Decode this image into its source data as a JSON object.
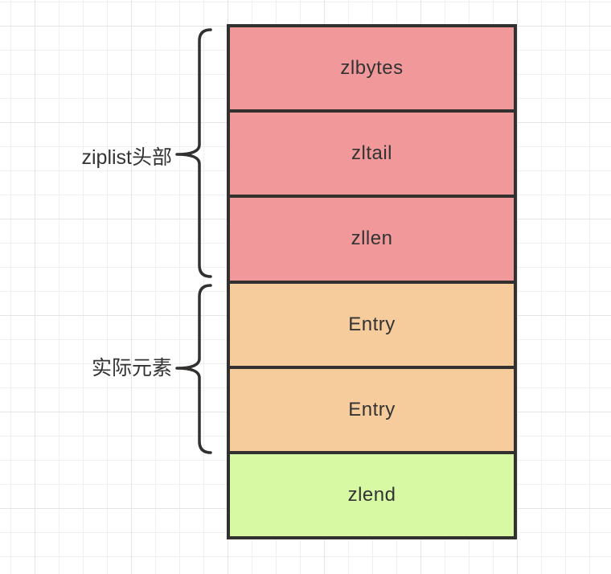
{
  "diagram": {
    "structure_name": "ziplist",
    "rows": [
      {
        "label": "zlbytes",
        "group": "header"
      },
      {
        "label": "zltail",
        "group": "header"
      },
      {
        "label": "zllen",
        "group": "header"
      },
      {
        "label": "Entry",
        "group": "entries"
      },
      {
        "label": "Entry",
        "group": "entries"
      },
      {
        "label": "zlend",
        "group": "end"
      }
    ],
    "groups": [
      {
        "label": "ziplist头部",
        "covers_rows": "zlbytes, zltail, zllen"
      },
      {
        "label": "实际元素",
        "covers_rows": "Entry, Entry"
      }
    ],
    "colors": {
      "header_fill": "#f1999a",
      "entry_fill": "#f6cc9d",
      "end_fill": "#d7f9a3",
      "stroke": "#333030",
      "text": "#333333",
      "grid_minor": "#f0f0f0",
      "grid_major": "#e4e4e4",
      "background": "#ffffff"
    }
  }
}
